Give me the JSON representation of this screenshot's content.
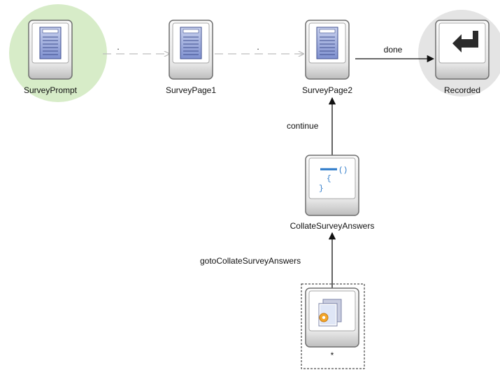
{
  "nodes": {
    "survey_prompt": {
      "label": "SurveyPrompt",
      "type": "view",
      "is_default": true
    },
    "survey_page1": {
      "label": "SurveyPage1",
      "type": "view"
    },
    "survey_page2": {
      "label": "SurveyPage2",
      "type": "view"
    },
    "recorded": {
      "label": "Recorded",
      "type": "return",
      "is_return": true
    },
    "collate": {
      "label": "CollateSurveyAnswers",
      "type": "method-call"
    },
    "wildcard": {
      "label": "*",
      "type": "wildcard"
    }
  },
  "edges": {
    "prompt_to_page1": {
      "label": ".",
      "style": "dashed"
    },
    "page1_to_page2": {
      "label": ".",
      "style": "dashed"
    },
    "page2_to_recorded": {
      "label": "done",
      "style": "solid"
    },
    "collate_to_page2": {
      "label": "continue",
      "style": "solid"
    },
    "wildcard_to_collate": {
      "label": "gotoCollateSurveyAnswers",
      "style": "solid"
    }
  },
  "colors": {
    "default_highlight": "#d7ecc8",
    "return_highlight": "#e4e4e4",
    "card_border": "#6f6f6f",
    "dashed_edge": "#bdbdbd",
    "solid_edge": "#111111",
    "method_blue": "#2a78c8"
  }
}
